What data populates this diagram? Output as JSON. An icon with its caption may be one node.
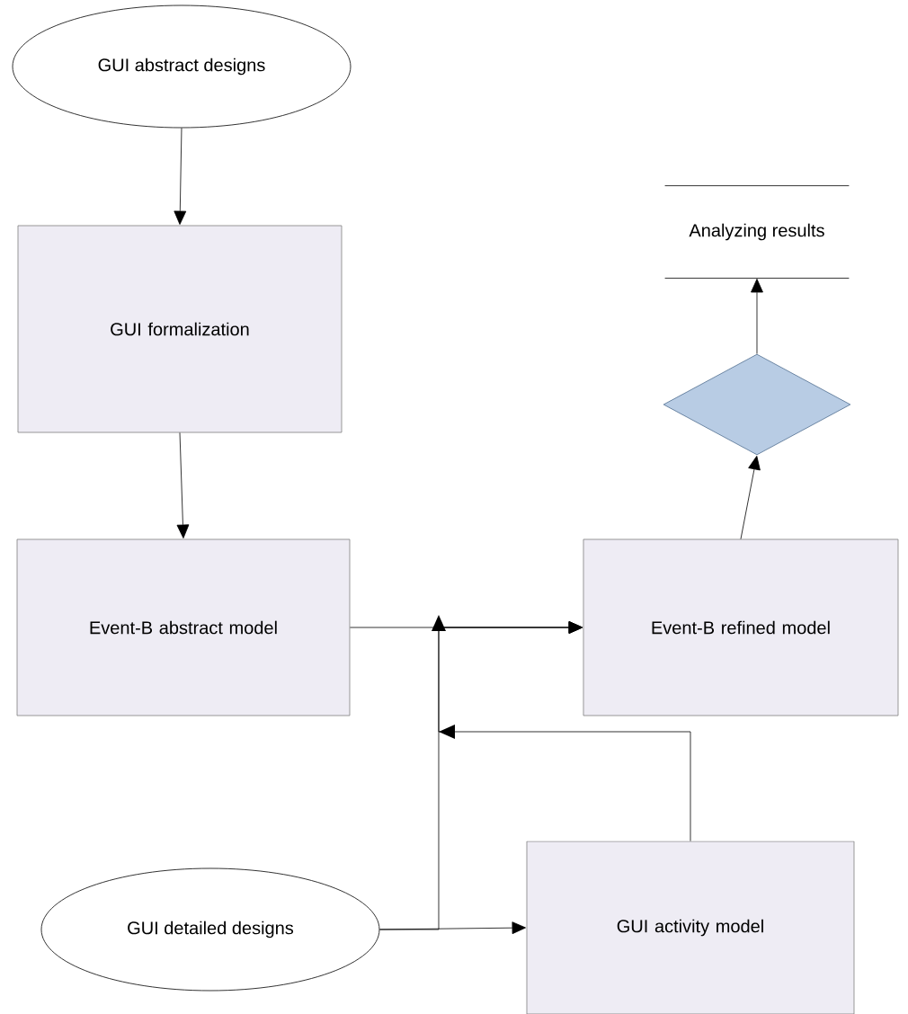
{
  "diagram": {
    "nodes": [
      {
        "text": [
          "GUI abstract designs"
        ]
      },
      {
        "text": [
          "GUI formalization"
        ]
      },
      {
        "text": [
          "Event-B abstract model"
        ]
      },
      {
        "text": [
          "Event-B refined model"
        ]
      },
      {
        "text": [],
        "shape": "diamond"
      },
      {
        "text": [
          "Analyzing results"
        ]
      },
      {
        "text": [
          "GUI detailed designs"
        ]
      },
      {
        "text": [
          "GUI activity model"
        ]
      }
    ],
    "edges": [
      {
        "from": 0,
        "to": 1,
        "arrow": "to"
      },
      {
        "from": 1,
        "to": 2,
        "arrow": "to"
      },
      {
        "from": 2,
        "to": 3,
        "arrow": "to"
      },
      {
        "from": 3,
        "to": 4,
        "arrow": "to"
      },
      {
        "from": 4,
        "to": 5,
        "arrow": "to"
      },
      {
        "from": 6,
        "to": 7,
        "arrow": "to"
      },
      {
        "from": 6,
        "to": 3,
        "arrow": "to"
      },
      {
        "from": 7,
        "to": 3,
        "arrow": "to"
      }
    ]
  }
}
